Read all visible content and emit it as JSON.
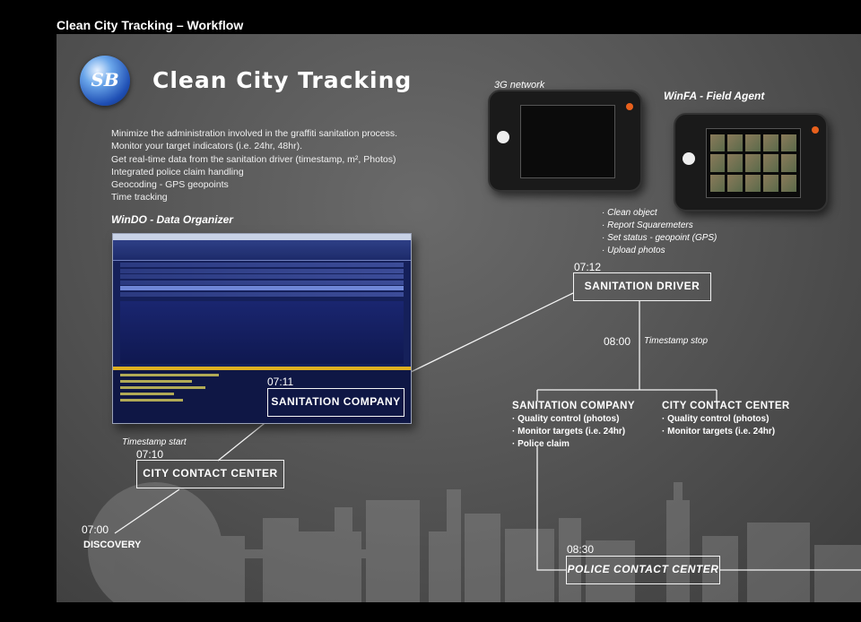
{
  "slide_title": "Clean City Tracking – Workflow",
  "logo_text": "SB",
  "main_title": "Clean City Tracking",
  "features": [
    "Minimize the administration involved in the graffiti sanitation process.",
    "Monitor your target indicators (i.e. 24hr, 48hr).",
    "Get real-time data from the sanitation driver (timestamp, m², Photos)",
    "Integrated police claim handling",
    "Geocoding - GPS geopoints",
    "Time tracking"
  ],
  "windo_caption": "WinDO - Data Organizer",
  "network_caption": "3G network",
  "winfa_caption": "WinFA - Field Agent",
  "agent_tasks": [
    "Clean object",
    "Report Squaremeters",
    "Set status - geopoint (GPS)",
    "Upload photos"
  ],
  "flow": {
    "discovery_time": "07:00",
    "discovery_label": "DISCOVERY",
    "timestamp_start": "Timestamp  start",
    "city_contact_time": "07:10",
    "city_contact_label": "CITY CONTACT CENTER",
    "sanitation_company_time": "07:11",
    "sanitation_company_label": "SANITATION COMPANY",
    "driver_time": "07:12",
    "driver_label": "SANITATION DRIVER",
    "stop_time": "08:00",
    "timestamp_stop": "Timestamp  stop",
    "police_time": "08:30",
    "police_label": "POLICE CONTACT CENTER"
  },
  "outcomes": {
    "sanitation_heading": "SANITATION COMPANY",
    "sanitation_items": [
      "Quality control (photos)",
      "Monitor targets (i.e. 24hr)",
      "Police claim"
    ],
    "city_heading": "CITY CONTACT CENTER",
    "city_items": [
      "Quality control (photos)",
      "Monitor targets (i.e. 24hr)"
    ]
  },
  "colors": {
    "panel": "#5a5a5a",
    "line": "#f4f4f4",
    "windo_bg": "#15205a",
    "accent": "#e0b020"
  }
}
